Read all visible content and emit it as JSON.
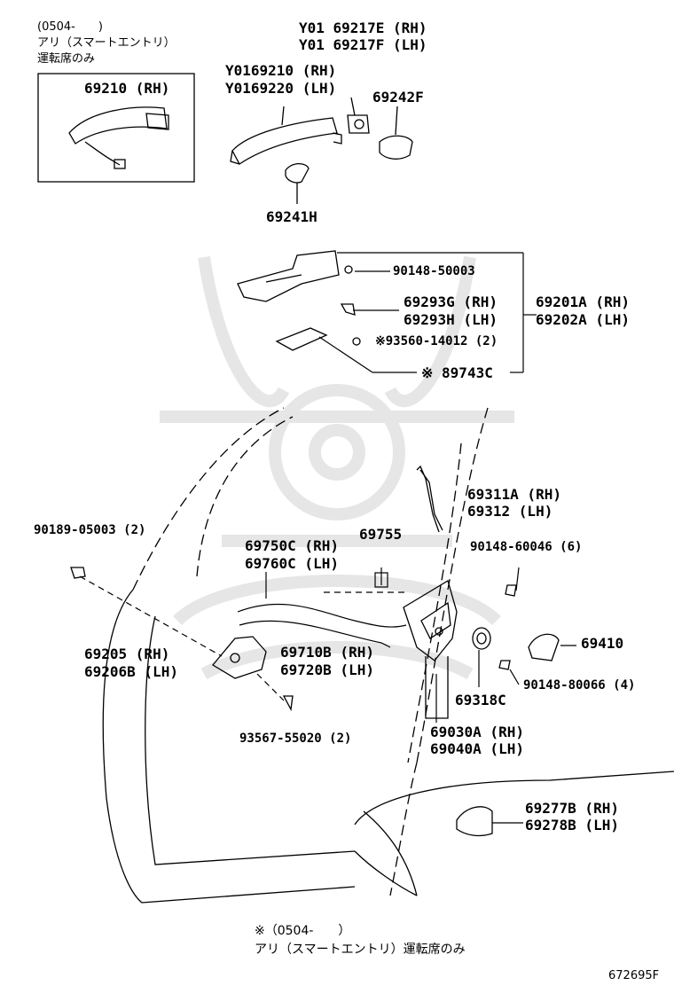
{
  "labels": {
    "inset_date": "(0504-　　)",
    "inset_note": "アリ（スマートエントリ）",
    "inset_seat": "運転席のみ",
    "p69210": "69210 (RH)",
    "p69217e": "Y01 69217E (RH)",
    "p69217f": "Y01 69217F (LH)",
    "p69210y": "Y0169210 (RH)",
    "p69220y": "Y0169220 (LH)",
    "p69242f": "69242F",
    "p69241h": "69241H",
    "p90148_50003": "90148-50003",
    "p69293g": "69293G (RH)",
    "p69293h": "69293H (LH)",
    "p93560": "※93560-14012 (2)",
    "p89743c": "※ 89743C",
    "p69201a": "69201A (RH)",
    "p69202a": "69202A (LH)",
    "p69311a": "69311A (RH)",
    "p69312": "69312 (LH)",
    "p90189": "90189-05003 (2)",
    "p69750c": "69750C (RH)",
    "p69760c": "69760C (LH)",
    "p69755": "69755",
    "p90148_60046": "90148-60046 (6)",
    "p69410": "69410",
    "p69205": "69205 (RH)",
    "p69206b": "69206B (LH)",
    "p69710b": "69710B (RH)",
    "p69720b": "69720B (LH)",
    "p90148_80066": "90148-80066 (4)",
    "p69318c": "69318C",
    "p93567": "93567-55020 (2)",
    "p69030a": "69030A (RH)",
    "p69040a": "69040A (LH)",
    "p69277b": "69277B (RH)",
    "p69278b": "69278B (LH)",
    "foot_note1": "※（0504-　　）",
    "foot_note2": "アリ（スマートエントリ）運転席のみ",
    "code": "672695F"
  },
  "colors": {
    "line": "#000000",
    "watermark": "#e6e6e6"
  }
}
